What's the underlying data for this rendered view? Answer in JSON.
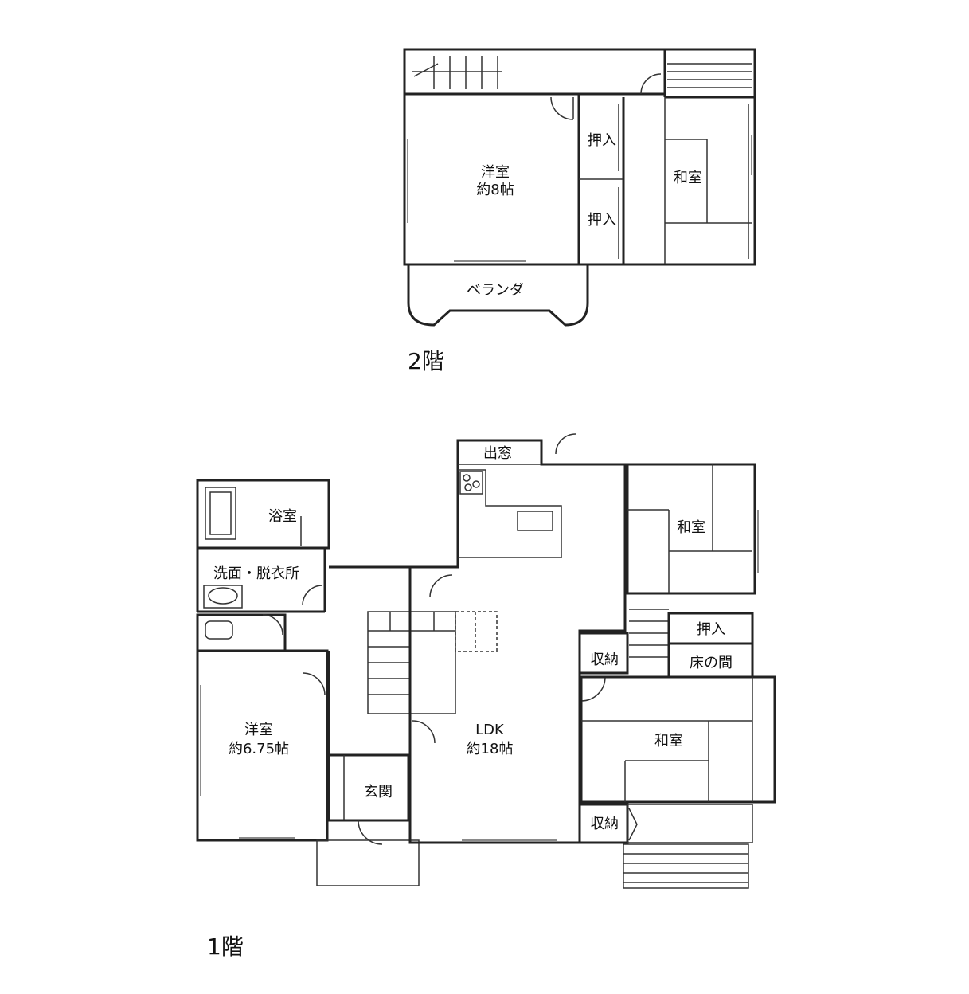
{
  "floor2": {
    "label": "2階",
    "rooms": {
      "western_name": "洋室",
      "western_size": "約8帖",
      "closet_upper": "押入",
      "closet_lower": "押入",
      "japanese": "和室",
      "veranda": "ベランダ"
    }
  },
  "floor1": {
    "label": "1階",
    "rooms": {
      "bay_window": "出窓",
      "bath": "浴室",
      "washroom": "洗面・脱衣所",
      "western_name": "洋室",
      "western_size": "約6.75帖",
      "entrance": "玄関",
      "ldk_name": "LDK",
      "ldk_size": "約18帖",
      "japanese_upper": "和室",
      "closet_oshiire": "押入",
      "storage_upper": "収納",
      "tokonoma": "床の間",
      "japanese_lower": "和室",
      "storage_lower": "収納"
    }
  }
}
